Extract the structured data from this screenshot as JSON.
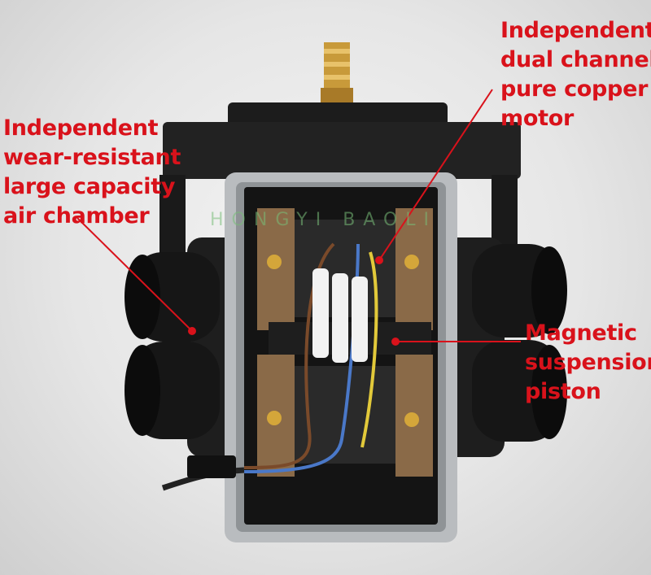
{
  "labels": {
    "air_chamber": [
      "Independent",
      "wear-resistant",
      "large capacity",
      "air chamber"
    ],
    "motor": [
      "Independent",
      "dual channel",
      "pure copper",
      "motor"
    ],
    "piston": [
      "Magnetic",
      "suspension",
      "piston"
    ]
  },
  "watermark": "HONGYI BAOLI",
  "colors": {
    "callout": "#d9121b",
    "housing": "#1a1a1a",
    "frame": "#b9bcbf",
    "coil": "#8a6a48"
  }
}
